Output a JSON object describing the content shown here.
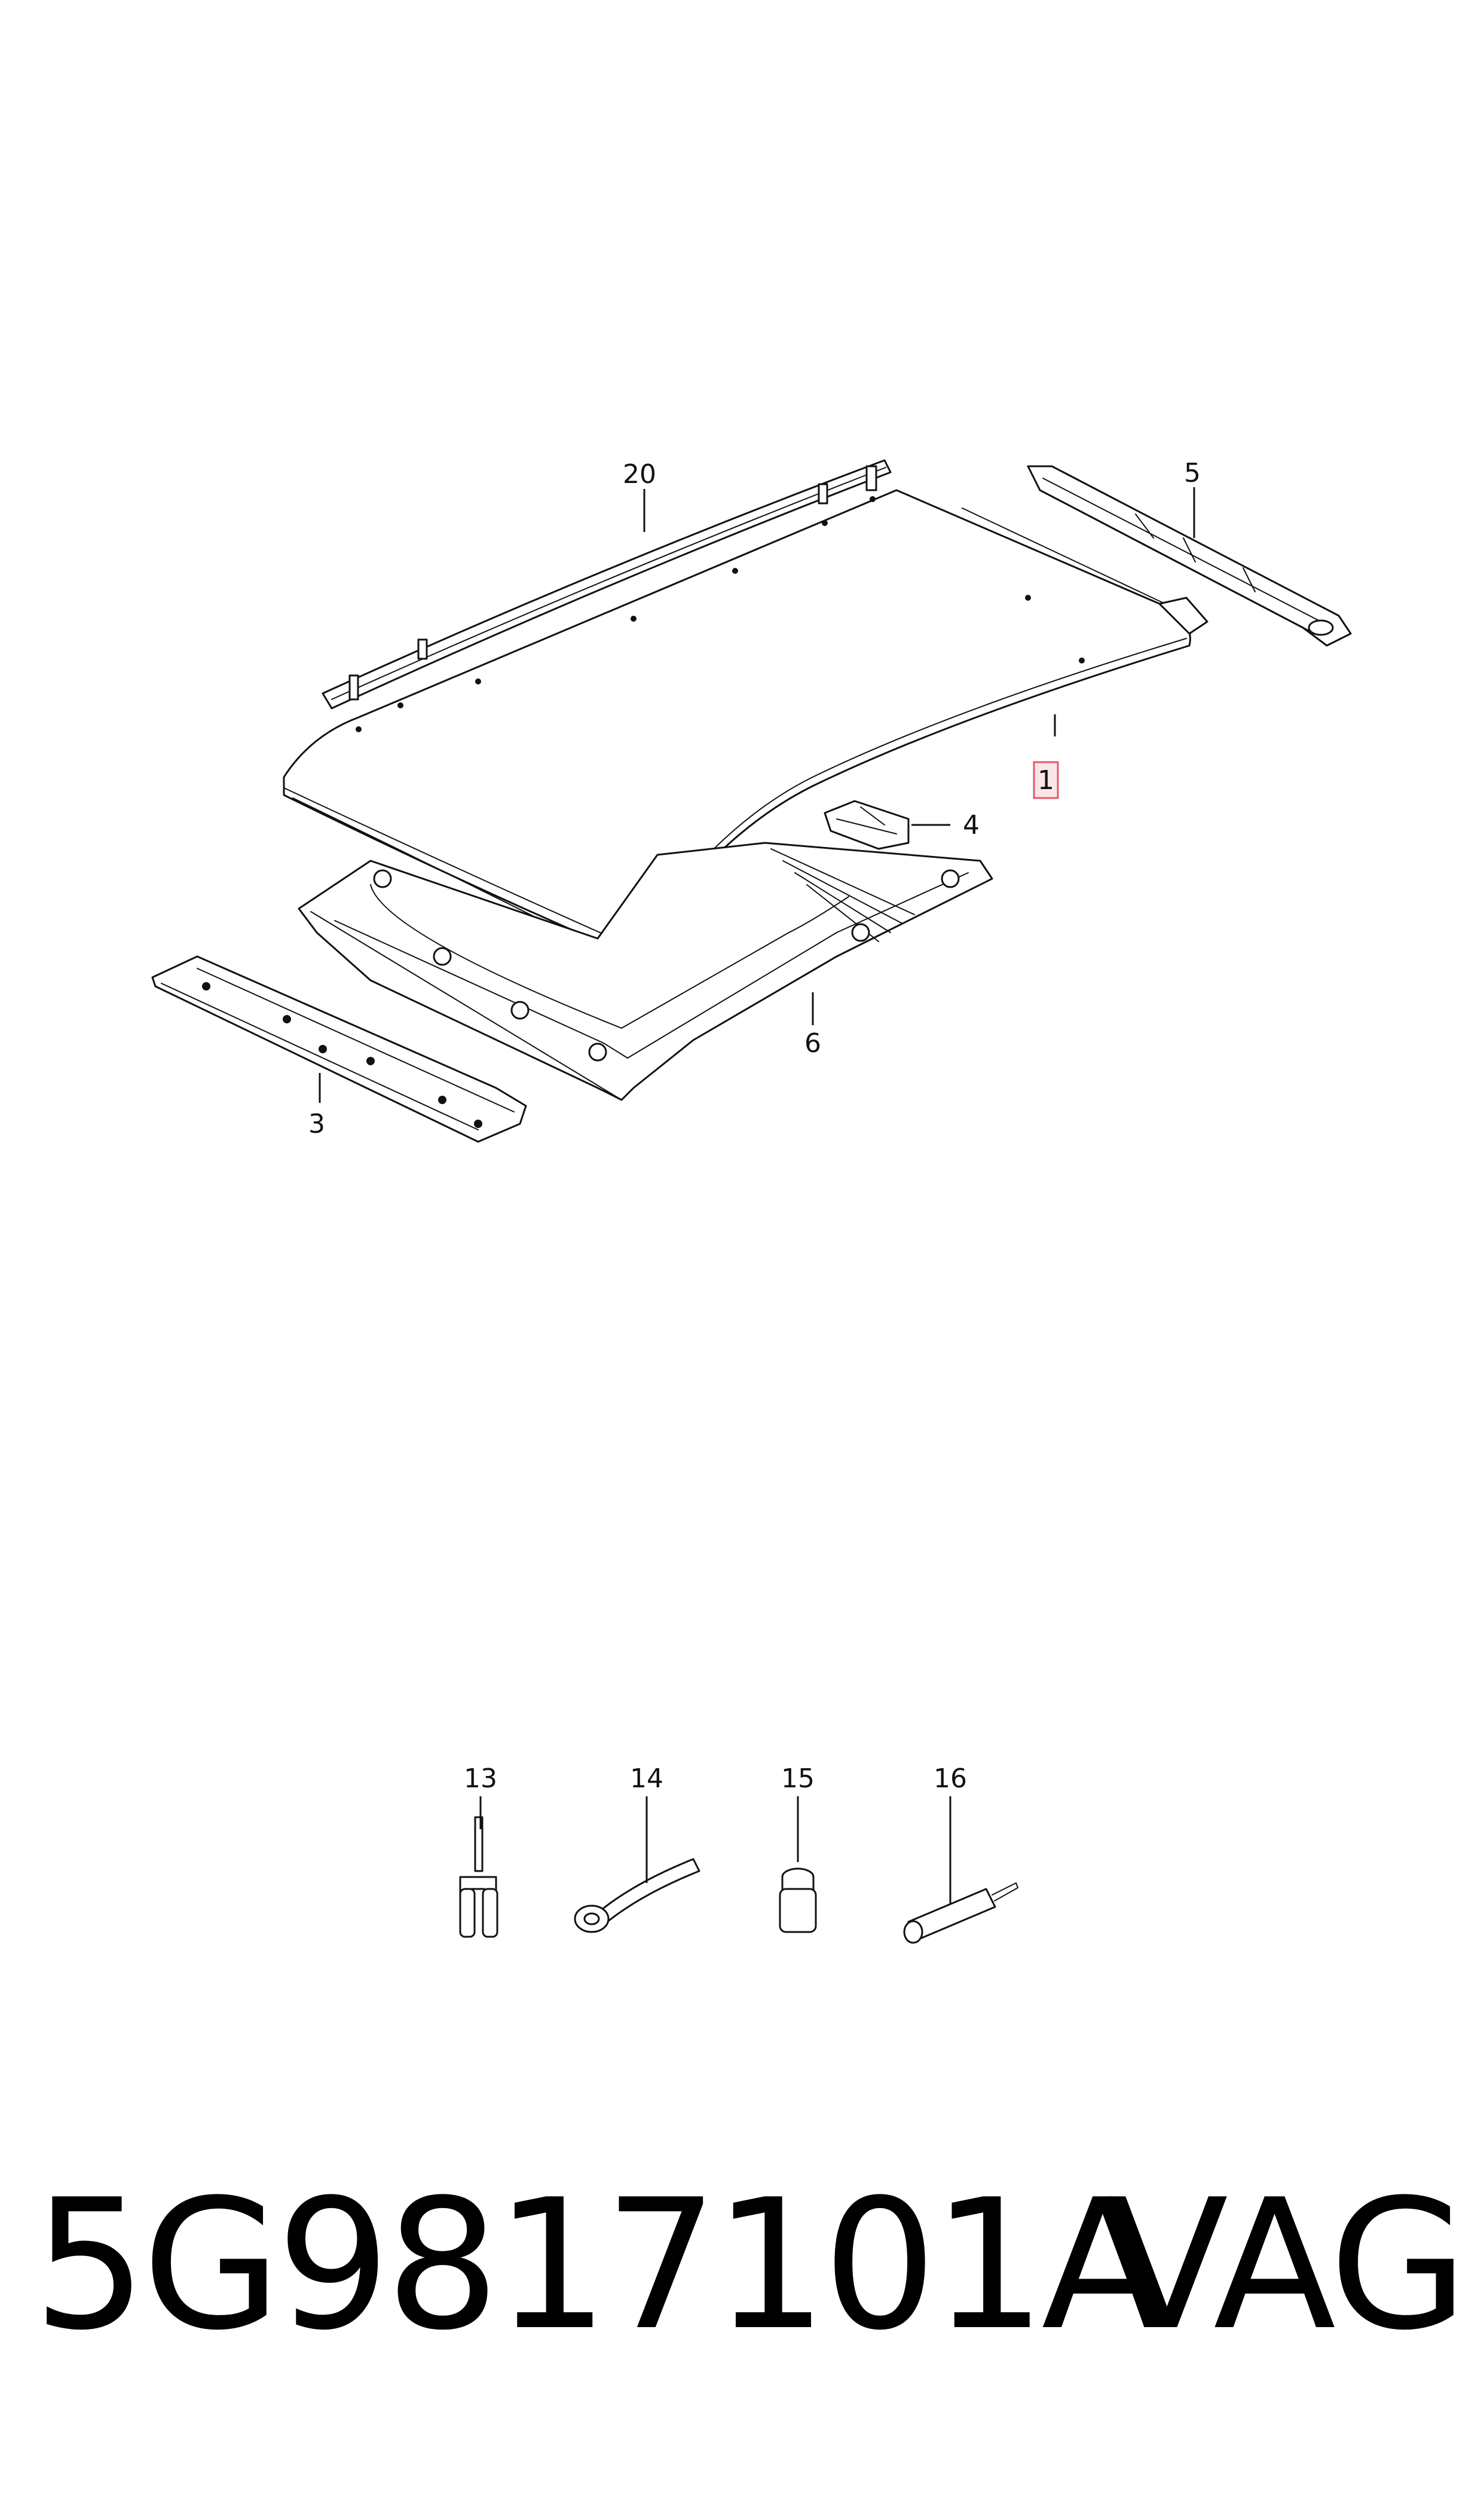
{
  "callouts": {
    "c20": "20",
    "c5": "5",
    "c1": "1",
    "c4": "4",
    "c6": "6",
    "c3": "3",
    "c13": "13",
    "c14": "14",
    "c15": "15",
    "c16": "16"
  },
  "highlight_color": "#e05a6a",
  "footer": {
    "part_number": "5G9817101A",
    "brand": "VAG"
  }
}
